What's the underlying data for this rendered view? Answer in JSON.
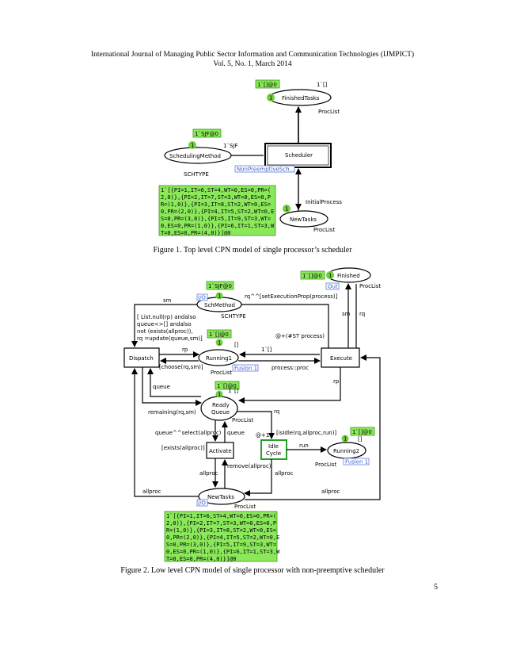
{
  "header": {
    "journal": "International Journal of Managing Public Sector Information and Communication Technologies (IJMPICT)",
    "volume": "Vol. 5, No. 1, March 2014"
  },
  "figure1": {
    "caption": "Figure 1. Top level CPN model of single processor’s scheduler",
    "places": {
      "finished": "FinishedTasks",
      "scheduling": "SchedulingMethod",
      "newtasks": "NewTasks"
    },
    "transitions": {
      "scheduler": "Scheduler"
    },
    "marking_finished": "1`[]@0",
    "marking_scheduling": "1`SJF@0",
    "token_count": "1",
    "init_finished": "1`[]",
    "init_scheduling": "1`SJF",
    "type_proclist": "ProcList",
    "type_schtype": "SCHTYPE",
    "subpage_tag": "NonPreemptiveSch...",
    "initial_process": "InitialProcess",
    "newtasks_marking": [
      "1`[{PI=1,IT=6,ST=4,WT=0,ES=0,PR=(",
      "2,0)},{PI=2,IT=7,ST=3,WT=0,ES=0,P",
      "R=(1,0)},{PI=3,IT=8,ST=2,WT=0,ES=",
      "0,PR=(2,0)},{PI=4,IT=5,ST=2,WT=0,E",
      "S=0,PR=(3,0)},{PI=5,IT=9,ST=3,WT=",
      "0,ES=0,PR=(1,0)},{PI=6,IT=1,ST=3,W",
      "T=0,ES=0,PR=(4,0)}]@0"
    ]
  },
  "figure2": {
    "caption": "Figure 2. Low level CPN model of single processor with non-preemptive scheduler",
    "places": {
      "finished": "Finished",
      "schmethod": "SchMethod",
      "running1": "Running1",
      "ready_l1": "Ready",
      "ready_l2": "Queue",
      "running2": "Running2",
      "newtasks": "NewTasks"
    },
    "transitions": {
      "dispatch": "Dispatch",
      "execute": "Execute",
      "activate": "Activate",
      "idle_l1": "Idle",
      "idle_l2": "Cycle"
    },
    "markings": {
      "finished": "1`[]@0",
      "schmethod": "1`SJF@0",
      "running1": "1`[]@0",
      "ready": "1`[]@0",
      "running2": "1`[]@0"
    },
    "token_count": "1",
    "port_out": "Out",
    "port_io": "I/O",
    "fusion": "Fusion 1",
    "types": {
      "proclist": "ProcList",
      "schtype": "SCHTYPE"
    },
    "arc_labels": {
      "sm_left": "sm",
      "sm_right": "sm",
      "rq_finished": "rq",
      "set_exec": "rq^^[setExecutionProp(process)]",
      "guard_1": "[ List.null(rp) andalso",
      "guard_2": "queue<>[]  andalso",
      "guard_3": "not (exists(allproc)),",
      "guard_4": "rq =update(queue,sm)]",
      "empty_list": "[]",
      "rp_dispatch": "rp",
      "empty_execute": "1`[]",
      "delay_execute": "@+(#ST process)",
      "choose": "[choose(rq,sm)]",
      "process_proc": "process::proc",
      "queue_left": "queue",
      "rp_execute": "rp",
      "init_ready": "1`[]",
      "remaining": "remaining(rq,sm)",
      "rq_idle": "rq",
      "queue_select": "queue^^select(allproc)",
      "queue_mid": "queue",
      "delay_one": "@+1",
      "isidle": "[isIdle(rq,allproc,run)]",
      "init_running2": "[]",
      "exists_guard": "[exists(allproc)]",
      "run": "run",
      "remove": "remove(allproc)",
      "allproc_mid": "allproc",
      "allproc_idle": "allproc",
      "allproc_left": "allproc",
      "allproc_right": "allproc"
    },
    "newtasks_marking": [
      "1`[{PI=1,IT=6,ST=4,WT=0,ES=0,PR=(",
      "2,0)},{PI=2,IT=7,ST=3,WT=0,ES=0,P",
      "R=(1,0)},{PI=3,IT=8,ST=2,WT=0,ES=",
      "0,PR=(2,0)},{PI=4,IT=5,ST=2,WT=0,E",
      "S=0,PR=(3,0)},{PI=5,IT=9,ST=3,WT=",
      "0,ES=0,PR=(1,0)},{PI=6,IT=1,ST=3,W",
      "T=0,ES=0,PR=(4,0)}]@0"
    ]
  },
  "page_number": "5",
  "colors": {
    "marking_fill": "#8ae85a",
    "marking_stroke": "#3a9a1a",
    "token_fill": "#6fd03c",
    "tag_stroke": "#4a6fd6",
    "tag_text": "#3a5ec8",
    "idle_stroke": "#2aa02a"
  }
}
